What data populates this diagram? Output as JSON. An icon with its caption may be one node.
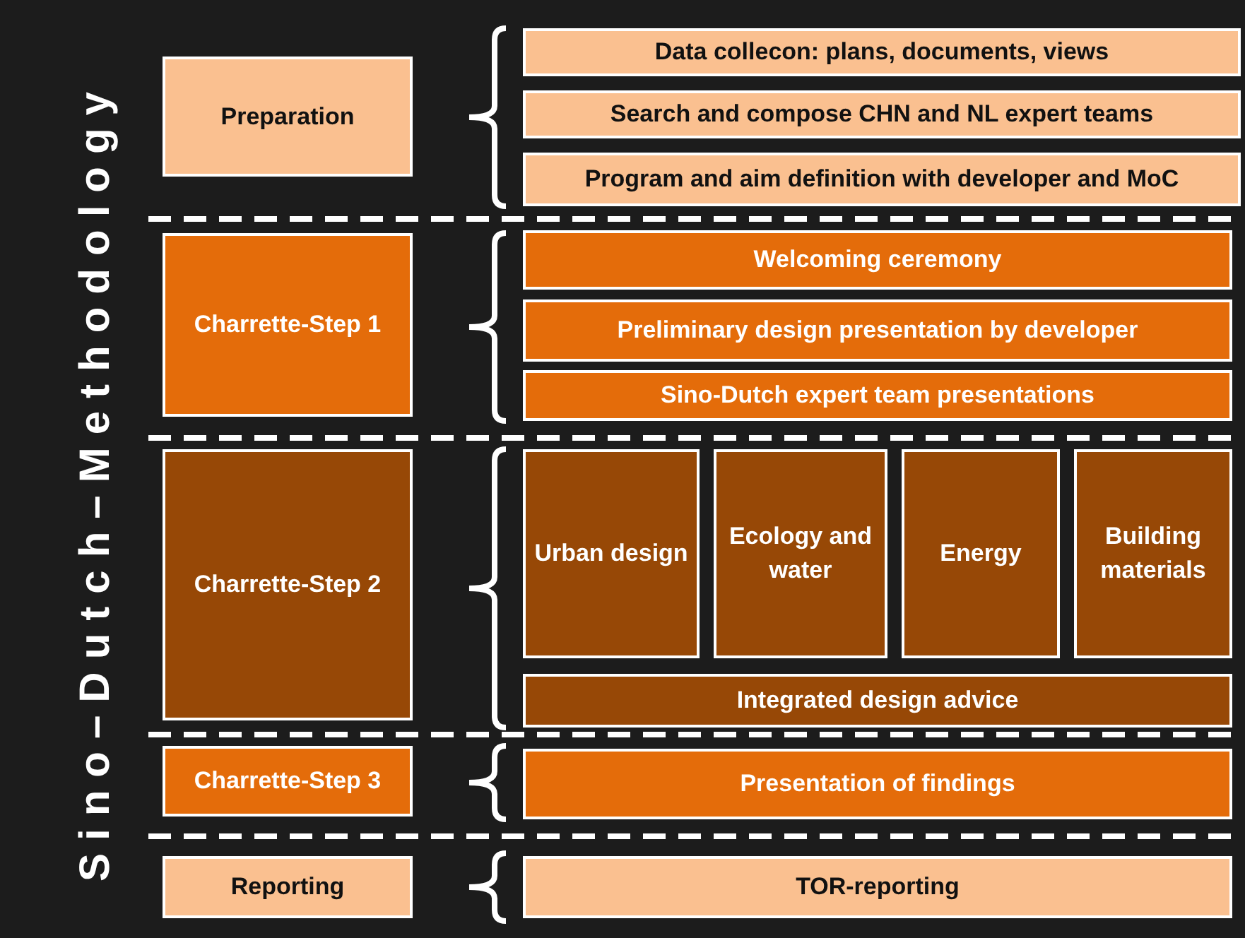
{
  "diagram": {
    "title": "Sino–Dutch–Methodology",
    "nodes": [
      {
        "text": [
          "Preparation"
        ]
      },
      {
        "text": [
          "Data collecon: plans, documents, views"
        ]
      },
      {
        "text": [
          "Search and compose CHN and NL expert teams"
        ]
      },
      {
        "text": [
          "Program and aim definition with developer and MoC"
        ]
      },
      {
        "text": [
          "Charrette-Step 1"
        ]
      },
      {
        "text": [
          "Welcoming ceremony"
        ]
      },
      {
        "text": [
          "Preliminary design presentation by developer"
        ]
      },
      {
        "text": [
          "Sino-Dutch expert team presentations"
        ]
      },
      {
        "text": [
          "Charrette-Step 2"
        ]
      },
      {
        "text": [
          "Urban design"
        ]
      },
      {
        "text": [
          "Ecology and water"
        ]
      },
      {
        "text": [
          "Energy"
        ]
      },
      {
        "text": [
          "Building materials"
        ]
      },
      {
        "text": [
          "Integrated design advice"
        ]
      },
      {
        "text": [
          "Charrette-Step 3"
        ]
      },
      {
        "text": [
          "Presentation of findings"
        ]
      },
      {
        "text": [
          "Reporting"
        ]
      },
      {
        "text": [
          "TOR-reporting"
        ]
      }
    ],
    "edges": []
  }
}
